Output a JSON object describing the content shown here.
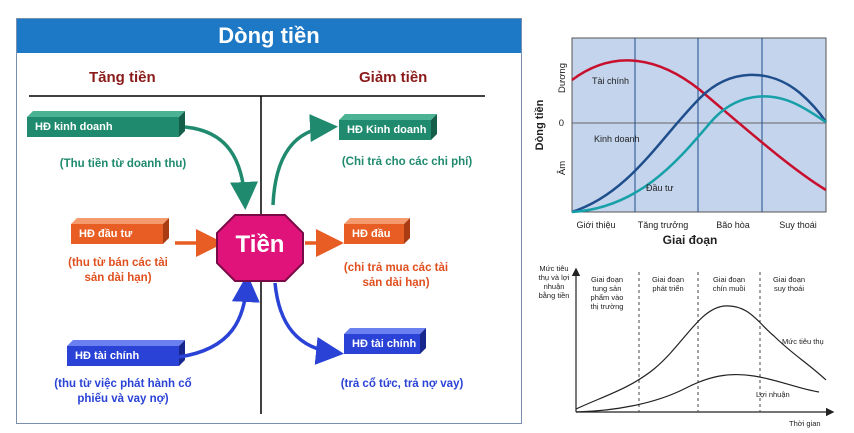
{
  "cashflow": {
    "title": "Dòng tiền",
    "increase_header": "Tăng tiền",
    "decrease_header": "Giảm tiền",
    "center": "Tiền",
    "in_items": [
      {
        "label": "HĐ kinh doanh",
        "note": "(Thu tiền từ doanh thu)"
      },
      {
        "label": "HĐ đầu tư",
        "note_lines": [
          "(thu từ bán các tài",
          "sản dài hạn)"
        ]
      },
      {
        "label": "HĐ tài chính",
        "note_lines": [
          "(thu từ việc phát hành cổ",
          "phiếu và vay nợ)"
        ]
      }
    ],
    "out_items": [
      {
        "label": "HĐ Kinh doanh",
        "note": "(Chi trả cho các chi phí)"
      },
      {
        "label": "HĐ đầu tư",
        "note_lines": [
          "(chi trả mua các tài",
          "sản dài hạn)"
        ]
      },
      {
        "label": "HĐ tài chính",
        "note": "(trả cổ tức, trả nợ vay)"
      }
    ],
    "colors": {
      "banner": "#1d78c6",
      "green": "#1f8a6e",
      "orange": "#e85d24",
      "blue": "#2a43d6",
      "center": "#e0137a"
    }
  },
  "chart_data": [
    {
      "type": "line",
      "xlabel": "Giai đoạn",
      "ylabel": "Dòng tiền",
      "y_ticks": [
        "Dương",
        "0",
        "Âm"
      ],
      "categories": [
        "Giới thiệu",
        "Tăng trưởng",
        "Bão hòa",
        "Suy thoái"
      ],
      "series": [
        {
          "name": "Tài chính",
          "color": "#c8102e"
        },
        {
          "name": "Kinh doanh",
          "color": "#1f4e8c"
        },
        {
          "name": "Đầu tư",
          "color": "#18a0a8"
        }
      ]
    },
    {
      "type": "line",
      "ylabel_lines": [
        "Mức tiêu",
        "thụ và lợi",
        "nhuận",
        "bằng tiền"
      ],
      "xlabel": "Thời gian",
      "stages": [
        {
          "lines": [
            "Giai đoạn",
            "tung sản",
            "phẩm vào",
            "thị trường"
          ]
        },
        {
          "lines": [
            "Giai đoạn",
            "phát triển"
          ]
        },
        {
          "lines": [
            "Giai đoạn",
            "chín muồi"
          ]
        },
        {
          "lines": [
            "Giai đoạn",
            "suy thoái"
          ]
        }
      ],
      "series": [
        {
          "name": "Mức tiêu thụ"
        },
        {
          "name": "Lợi nhuận"
        }
      ]
    }
  ]
}
